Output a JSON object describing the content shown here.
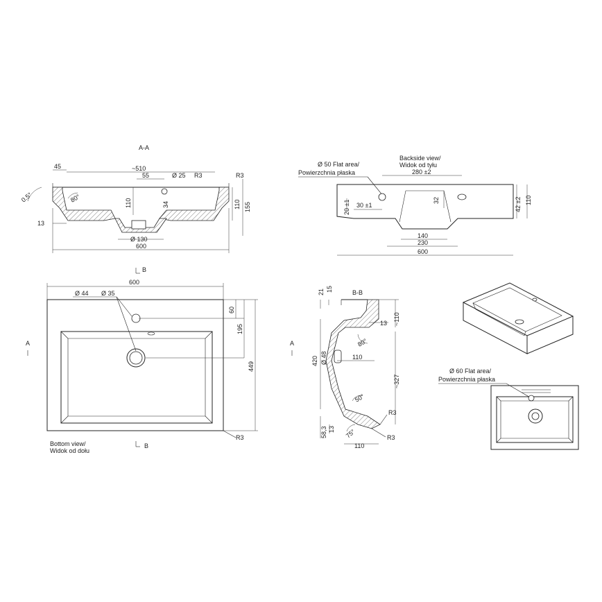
{
  "section_aa": {
    "title": "A-A",
    "dims": {
      "chamfer": "45",
      "inner_width": "~510",
      "hole_offset": "55",
      "hole_dia": "Ø 25",
      "radius": "R3",
      "radius_right": "R3",
      "angle_outer": "0.5°",
      "angle_inner": "80°",
      "depth": "110",
      "hole_drop": "34",
      "h_right_inner": "110",
      "h_total": "155",
      "wall": "13",
      "drain": "Ø 130",
      "width": "600"
    }
  },
  "backside": {
    "label_line1": "Backside  view/",
    "label_line2": "Widok od tyłu",
    "flat_line1": "Ø 50 Flat area/",
    "flat_line2": "Powierzchnia płaska",
    "dims": {
      "spacing": "280 ±2",
      "h20": "20 ±1",
      "w30": "30 ±1",
      "h32": "32",
      "h42": "42 ±2",
      "h110": "110",
      "w140": "140",
      "w230": "230",
      "w600": "600"
    }
  },
  "bottom_view": {
    "label_line1": "Bottom view/",
    "label_line2": "Widok od dołu",
    "marker_b_top": "B",
    "marker_b_bottom": "B",
    "marker_a": "A",
    "dims": {
      "width": "600",
      "dia44": "Ø 44",
      "dia35": "Ø 35",
      "h60": "60",
      "h195": "195",
      "h449": "449",
      "radius": "R3"
    }
  },
  "section_bb": {
    "title": "B-B",
    "marker_a": "A",
    "dims": {
      "h21": "21",
      "h15": "15",
      "h110": "~110",
      "w13": "13",
      "angle80": "80°",
      "h420": "420",
      "dia48": "Ø 48",
      "w110": "110",
      "h327": "~327",
      "angle50": "50°",
      "radius1": "R3",
      "h58": "58,3",
      "h13": "13",
      "angle75": "75°",
      "radius2": "R3",
      "w110b": "110"
    }
  },
  "detail_view": {
    "flat_line1": "Ø 60 Flat area/",
    "flat_line2": "Powierzchnia płaska"
  }
}
